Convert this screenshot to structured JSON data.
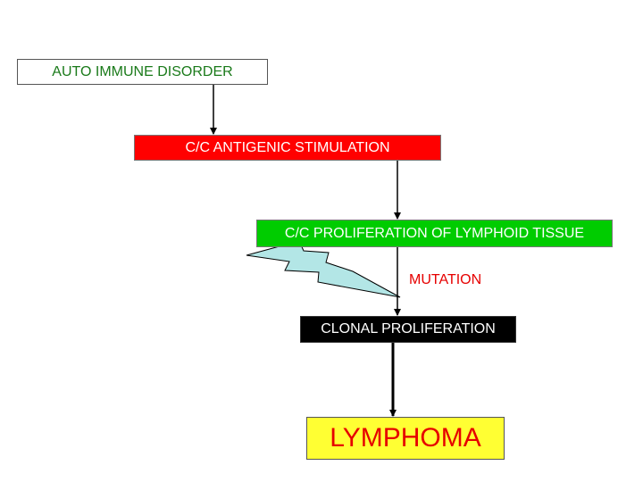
{
  "diagram": {
    "nodes": {
      "autoimmune": "AUTO IMMUNE DISORDER",
      "antigenic": "C/C ANTIGENIC STIMULATION",
      "proliferation": "C/C PROLIFERATION OF LYMPHOID TISSUE",
      "mutation": "MUTATION",
      "clonal": "CLONAL PROLIFERATION",
      "lymphoma": "LYMPHOMA"
    },
    "colors": {
      "autoimmune_text": "#1a7a1a",
      "antigenic_fill": "#ff0000",
      "proliferation_fill": "#00cc00",
      "clonal_fill": "#000000",
      "lymphoma_fill": "#ffff33",
      "lymphoma_text": "#e60000",
      "mutation_text": "#e60000",
      "lightning_fill": "#b3e6e6"
    },
    "icons": {
      "lightning": "lightning-bolt-icon"
    }
  }
}
